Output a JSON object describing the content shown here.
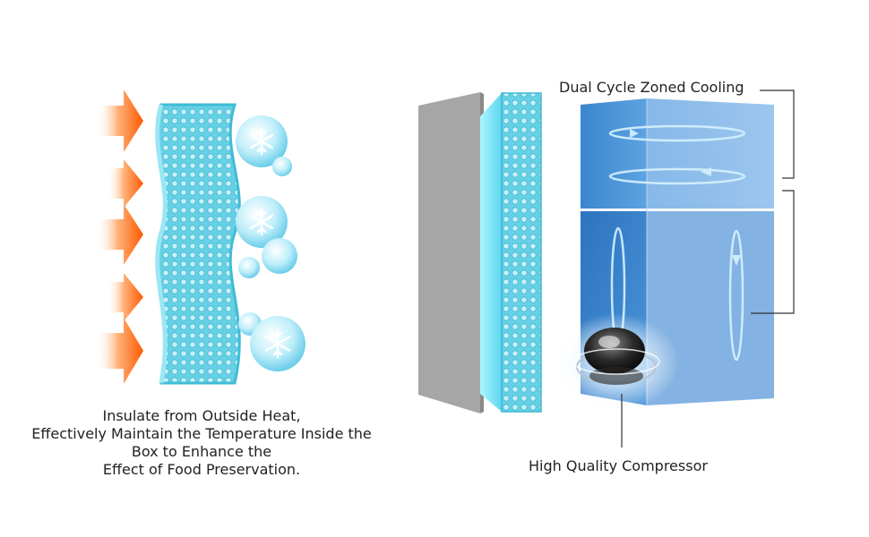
{
  "left_panel": {
    "caption_lines": [
      "Insulate from Outside Heat,",
      "Effectively Maintain the Temperature Inside the",
      "Box to Enhance the",
      "Effect of Food Preservation."
    ],
    "colors": {
      "heat_arrow": "#ff6a10",
      "insulation": "#5fcde0",
      "bubble": "#8fdcf0"
    }
  },
  "right_panel": {
    "top_label": "Dual Cycle Zoned Cooling",
    "bottom_label": "High Quality Compressor",
    "colors": {
      "fridge_front": "#3f8fd4",
      "fridge_side": "#8cbbe8",
      "door": "#a3a3a3"
    }
  }
}
